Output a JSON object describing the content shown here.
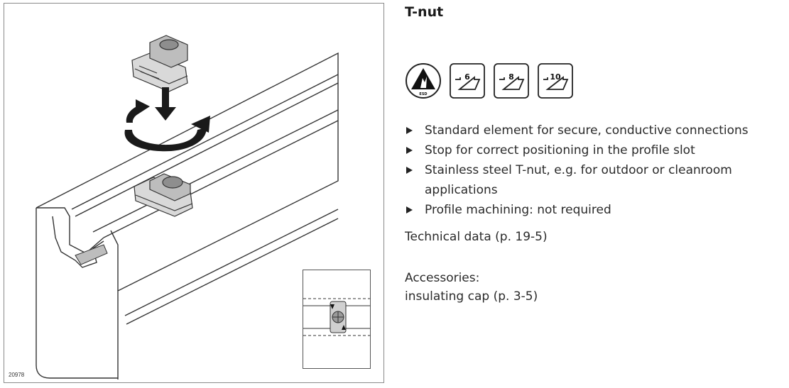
{
  "figure": {
    "id_label": "20978"
  },
  "title": "T-nut",
  "icons": [
    {
      "name": "esd-icon",
      "label": "ESD"
    },
    {
      "name": "slot-6-icon",
      "label": "6"
    },
    {
      "name": "slot-8-icon",
      "label": "8"
    },
    {
      "name": "slot-10-icon",
      "label": "10"
    }
  ],
  "bullets": [
    "Standard element for secure, conductive connections",
    "Stop for correct positioning in the profile slot",
    "Stainless steel T-nut, e.g. for outdoor or cleanroom applications",
    "Profile machining: not required"
  ],
  "technical_data": "Technical data (p. 19-5)",
  "accessories_heading": "Accessories:",
  "accessories_item": "insulating cap (p. 3-5)"
}
